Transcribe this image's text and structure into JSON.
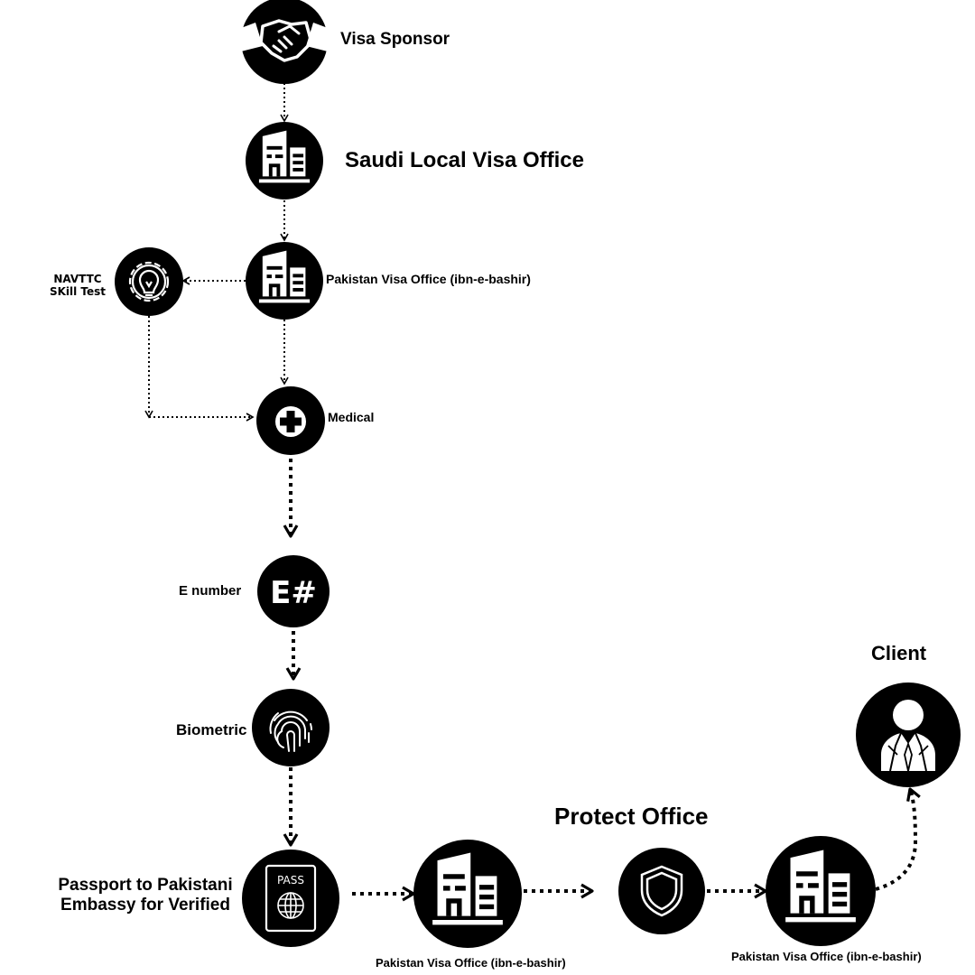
{
  "nodes": {
    "visa_sponsor": {
      "label": "Visa Sponsor",
      "icon": "handshake-icon"
    },
    "saudi_office": {
      "label": "Saudi Local Visa Office",
      "icon": "office-building-icon"
    },
    "pk_office_1": {
      "label": "Pakistan Visa Office (ibn-e-bashir)",
      "icon": "office-building-icon"
    },
    "navttc": {
      "label_line1": "NAVTTC",
      "label_line2": "SKill Test",
      "icon": "lightbulb-gear-icon"
    },
    "medical": {
      "label": "Medical",
      "icon": "medical-cross-icon"
    },
    "e_number": {
      "label": "E number",
      "icon_text": "E#",
      "icon": "e-number-icon"
    },
    "biometric": {
      "label": "Biometric",
      "icon": "fingerprint-icon"
    },
    "passport": {
      "label_line1": "Passport to Pakistani",
      "label_line2": "Embassy for Verified",
      "icon_text": "PASS",
      "icon": "passport-icon"
    },
    "pk_office_2": {
      "label": "Pakistan Visa Office (ibn-e-bashir)",
      "icon": "office-building-icon"
    },
    "protect_office": {
      "label": "Protect Office",
      "icon": "shield-icon"
    },
    "pk_office_3": {
      "label": "Pakistan Visa Office (ibn-e-bashir)",
      "icon": "office-building-icon"
    },
    "client": {
      "label": "Client",
      "icon": "client-person-icon"
    }
  },
  "colors": {
    "node_fill": "#000000",
    "icon_fill": "#ffffff",
    "background": "#ffffff"
  }
}
